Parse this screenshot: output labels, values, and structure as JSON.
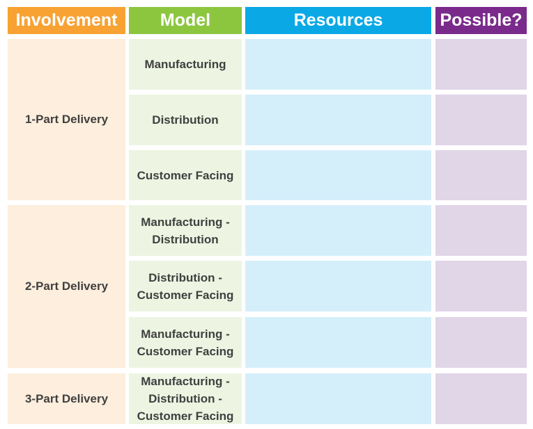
{
  "headers": {
    "involvement": "Involvement",
    "model": "Model",
    "resources": "Resources",
    "possible": "Possible?"
  },
  "colors": {
    "involvement_header": "#f7a233",
    "model_header": "#8cc63f",
    "resources_header": "#0aa9e6",
    "possible_header": "#7a2a8b",
    "involvement_fill": "#fdeedd",
    "model_fill": "#edf5e2",
    "resources_fill": "#d5effa",
    "possible_fill": "#e1d5e8"
  },
  "groups": [
    {
      "involvement": "1-Part Delivery",
      "models": [
        "Manufacturing",
        "Distribution",
        "Customer Facing"
      ]
    },
    {
      "involvement": "2-Part Delivery",
      "models": [
        "Manufacturing - Distribution",
        "Distribution - Customer Facing",
        "Manufacturing - Customer Facing"
      ]
    },
    {
      "involvement": "3-Part Delivery",
      "models": [
        "Manufacturing - Distribution - Customer Facing"
      ]
    }
  ]
}
